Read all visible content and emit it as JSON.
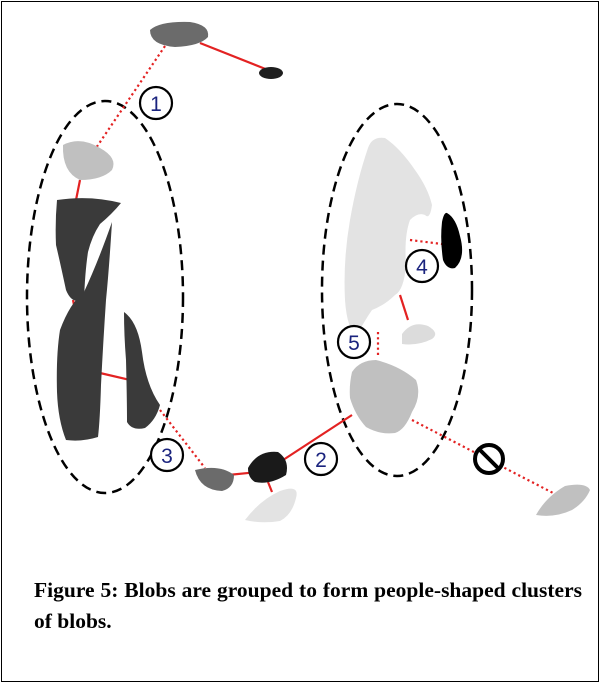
{
  "diagram": {
    "markers": [
      {
        "label": "1"
      },
      {
        "label": "2"
      },
      {
        "label": "3"
      },
      {
        "label": "4"
      },
      {
        "label": "5"
      }
    ],
    "colors": {
      "link": "#e32222",
      "dashed_link": "#e32222",
      "ellipse": "#000000",
      "blob_dark": "#3a3a3a",
      "blob_mid": "#6b6b6b",
      "blob_light": "#c0c0c0",
      "blob_pale": "#e3e3e3",
      "blob_black": "#000000",
      "marker_text": "#1a237e"
    }
  },
  "caption": {
    "text": "Figure 5: Blobs are grouped to form people-shaped clusters of blobs."
  }
}
